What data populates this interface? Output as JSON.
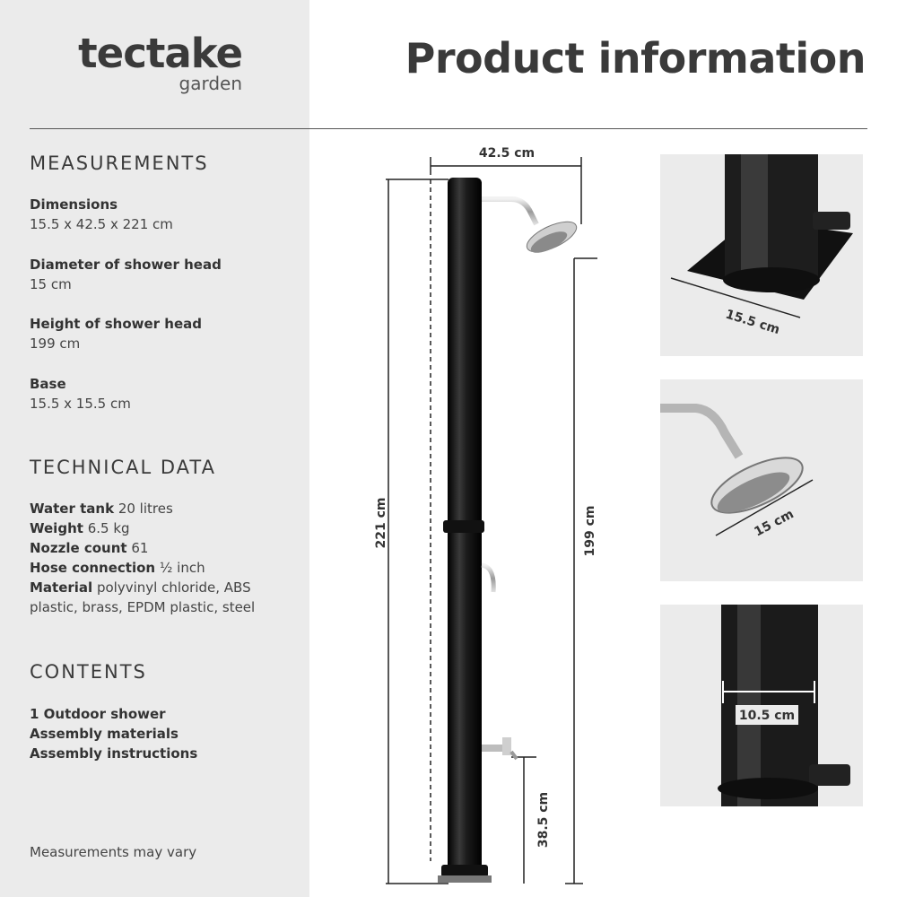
{
  "brand": {
    "name": "tectake",
    "sub": "garden"
  },
  "title": "Product information",
  "measurements": {
    "heading": "MEASUREMENTS",
    "items": [
      {
        "label": "Dimensions",
        "value": "15.5 x 42.5 x 221 cm"
      },
      {
        "label": "Diameter of shower head",
        "value": "15 cm"
      },
      {
        "label": "Height of shower head",
        "value": "199 cm"
      },
      {
        "label": "Base",
        "value": "15.5 x 15.5 cm"
      }
    ]
  },
  "technical": {
    "heading": "TECHNICAL DATA",
    "items": [
      {
        "label": "Water tank",
        "value": " 20 litres"
      },
      {
        "label": "Weight",
        "value": " 6.5 kg"
      },
      {
        "label": "Nozzle count",
        "value": " 61"
      },
      {
        "label": "Hose connection",
        "value": " ½ inch"
      },
      {
        "label": "Material",
        "value": " polyvinyl chloride, ABS plastic, brass, EPDM plastic, steel"
      }
    ]
  },
  "contents": {
    "heading": "CONTENTS",
    "items": [
      "1 Outdoor shower",
      "Assembly materials",
      "Assembly instructions"
    ]
  },
  "note": "Measurements may vary",
  "diagram": {
    "width_label": "42.5 cm",
    "total_height_label": "221 cm",
    "head_height_label": "199 cm",
    "tap_height_label": "38.5 cm"
  },
  "details": {
    "base_label": "15.5 cm",
    "head_label": "15 cm",
    "tube_label": "10.5 cm"
  },
  "colors": {
    "sidebar": "#ebebeb",
    "text": "#333333",
    "product": "#1a1a1a"
  }
}
